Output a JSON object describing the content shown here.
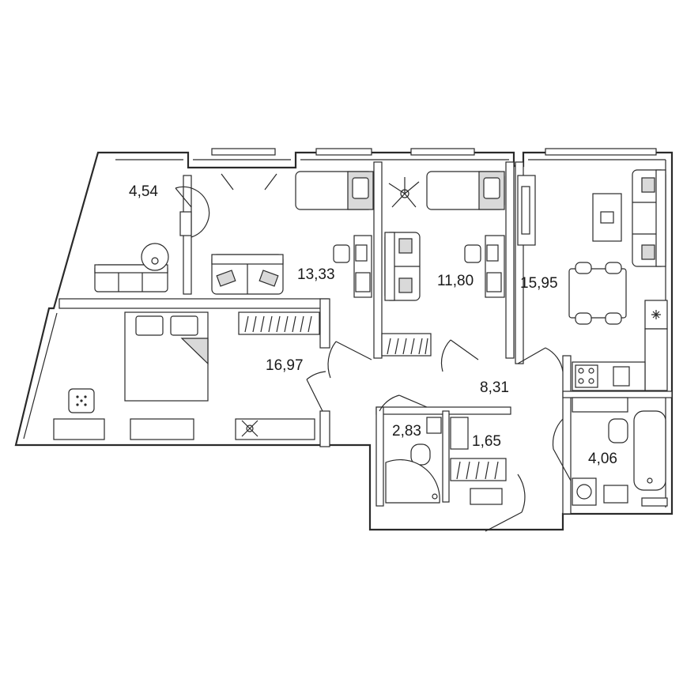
{
  "rooms": {
    "r_454": "4,54",
    "r_1333": "13,33",
    "r_1180": "11,80",
    "r_1595": "15,95",
    "r_1697": "16,97",
    "r_831": "8,31",
    "r_283": "2,83",
    "r_165": "1,65",
    "r_406": "4,06"
  },
  "colors": {
    "line": "#2a2a2a",
    "fill": "#d9d9d9",
    "background": "#ffffff"
  }
}
